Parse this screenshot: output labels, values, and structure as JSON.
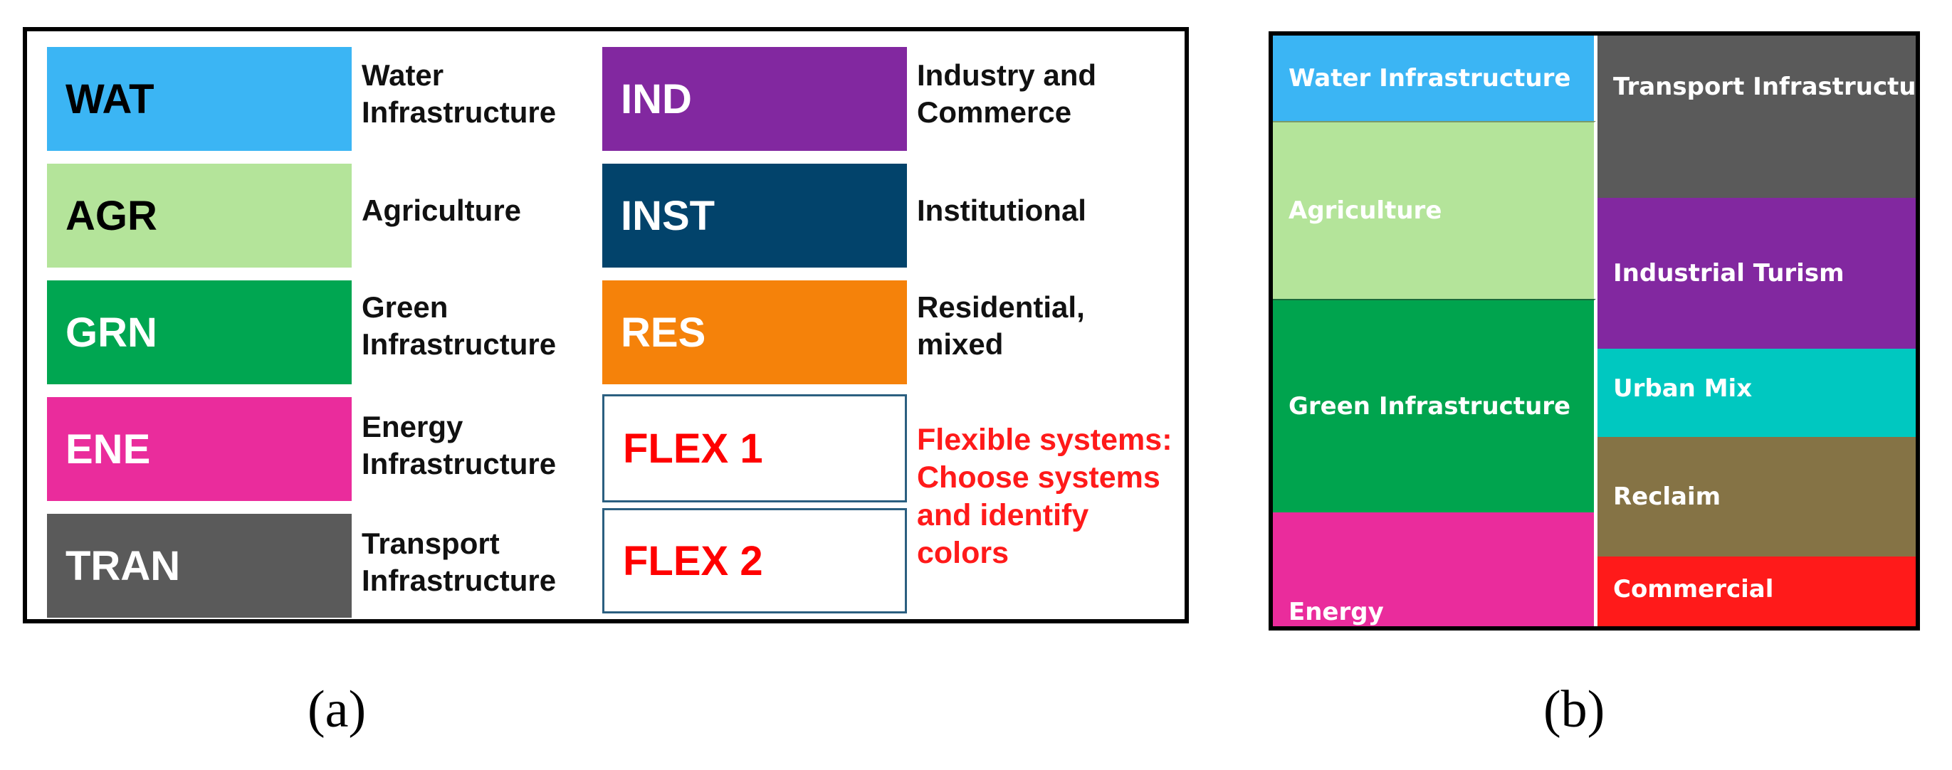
{
  "panel_a": {
    "tiles": [
      {
        "code": "WAT",
        "label": "Water\nInfrastructure",
        "color": "#3bb5f4",
        "text_color": "#000000"
      },
      {
        "code": "AGR",
        "label": "Agriculture",
        "color": "#b4e49a",
        "text_color": "#000000"
      },
      {
        "code": "GRN",
        "label": "Green\nInfrastructure",
        "color": "#00a651",
        "text_color": "#ffffff"
      },
      {
        "code": "ENE",
        "label": "Energy\nInfrastructure",
        "color": "#ea2c9c",
        "text_color": "#ffffff"
      },
      {
        "code": "TRAN",
        "label": "Transport\nInfrastructure",
        "color": "#5a5a5a",
        "text_color": "#ffffff"
      },
      {
        "code": "IND",
        "label": "Industry and\nCommerce",
        "color": "#8228a0",
        "text_color": "#ffffff"
      },
      {
        "code": "INST",
        "label": "Institutional",
        "color": "#02436b",
        "text_color": "#ffffff"
      },
      {
        "code": "RES",
        "label": "Residential,\nmixed",
        "color": "#f5820a",
        "text_color": "#ffffff"
      },
      {
        "code": "FLEX 1",
        "label": ""
      },
      {
        "code": "FLEX 2",
        "label": ""
      }
    ],
    "flex_note": "Flexible systems:\nChoose systems\nand identify\ncolors"
  },
  "panel_b": {
    "blocks": [
      {
        "label": "Water Infrastructure",
        "color": "#3bb5f4"
      },
      {
        "label": "Agriculture",
        "color": "#b4e49a"
      },
      {
        "label": "Green Infrastructure",
        "color": "#00a44e"
      },
      {
        "label": "Energy",
        "color": "#ea2c9c"
      },
      {
        "label": "Transport Infrastructure",
        "color": "#5a5a5a"
      },
      {
        "label": "Industrial Turism",
        "color": "#8228a0"
      },
      {
        "label": "Urban Mix",
        "color": "#00c8c0"
      },
      {
        "label": "Reclaim",
        "color": "#857345"
      },
      {
        "label": "Commercial",
        "color": "#ff1a1a"
      }
    ]
  },
  "captions": {
    "a": "(a)",
    "b": "(b)"
  }
}
